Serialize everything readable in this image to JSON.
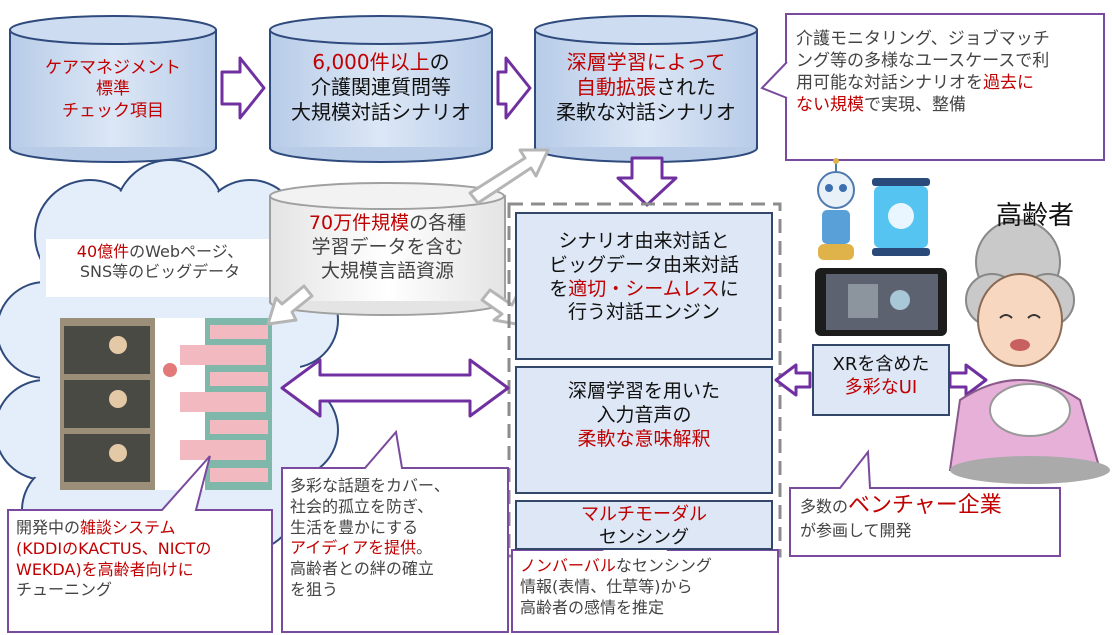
{
  "top": {
    "cyl1": {
      "l1": "ケアマネジメント",
      "l2": "標準",
      "l3": "チェック項目"
    },
    "cyl2": {
      "l1_red": "6,000件以上",
      "l1_tail": "の",
      "l2": "介護関連質問等",
      "l3": "大規模対話シナリオ"
    },
    "cyl3": {
      "l1": "深層学習によって",
      "l2_red": "自動拡張",
      "l2_tail": "された",
      "l3": "柔軟な対話シナリオ"
    },
    "bubble": {
      "l1": "介護モニタリング、ジョブマッチ",
      "l2": "ング等の多様なユースケースで利",
      "l3_a": "用可能な対話シナリオを",
      "l3_red": "過去に",
      "l4_red": "ない規模",
      "l4_tail": "で実現、整備"
    }
  },
  "resources": {
    "l1_red": "70万件規模",
    "l1_tail": "の各種",
    "l2": "学習データを含む",
    "l3": "大規模言語資源"
  },
  "bigdata": {
    "l1_red": "40億件",
    "l1_tail": "のWebページ、",
    "l2": "SNS等のビッグデータ"
  },
  "engine": {
    "box1": {
      "l1": "シナリオ由来対話と",
      "l2": "ビッグデータ由来対話",
      "l3_a": "を",
      "l3_red": "適切・シームレス",
      "l3_b": "に",
      "l4": "行う対話エンジン"
    },
    "box2": {
      "l1": "深層学習を用いた",
      "l2": "入力音声の",
      "l3_red": "柔軟な意味解釈"
    },
    "box3": {
      "l1_red": "マルチモーダル",
      "l2": "センシング"
    }
  },
  "elderly": {
    "label": "高齢者"
  },
  "xr": {
    "l1": "XRを含めた",
    "l2_red": "多彩なUI"
  },
  "callouts": {
    "chat": {
      "l1_a": "開発中の",
      "l1_red": "雑談システム",
      "l2": "(KDDIのKACTUS、NICTの",
      "l3": "WEKDA)を高齢者向けに",
      "l4": "チューニング"
    },
    "topics": {
      "l1": "多彩な話題をカバー、",
      "l2": "社会的孤立を防ぎ、",
      "l3": "生活を豊かにする",
      "l4_red": "アイディアを提供",
      "l4_tail": "。",
      "l5": "高齢者との絆の確立",
      "l6": "を狙う"
    },
    "sensing": {
      "l1_red": "ノンバーバル",
      "l1_tail": "なセンシング",
      "l2": "情報(表情、仕草等)から",
      "l3": "高齢者の感情を推定"
    },
    "venture": {
      "l1_a": "多数の",
      "l1_red": "ベンチャー企業",
      "l2": "が参画して開発"
    }
  },
  "colors": {
    "accent_red": "#c00000",
    "arrow_purple": "#7030a0",
    "panel_blue": "#dde7f5",
    "cloud_blue": "#e4eefa"
  }
}
